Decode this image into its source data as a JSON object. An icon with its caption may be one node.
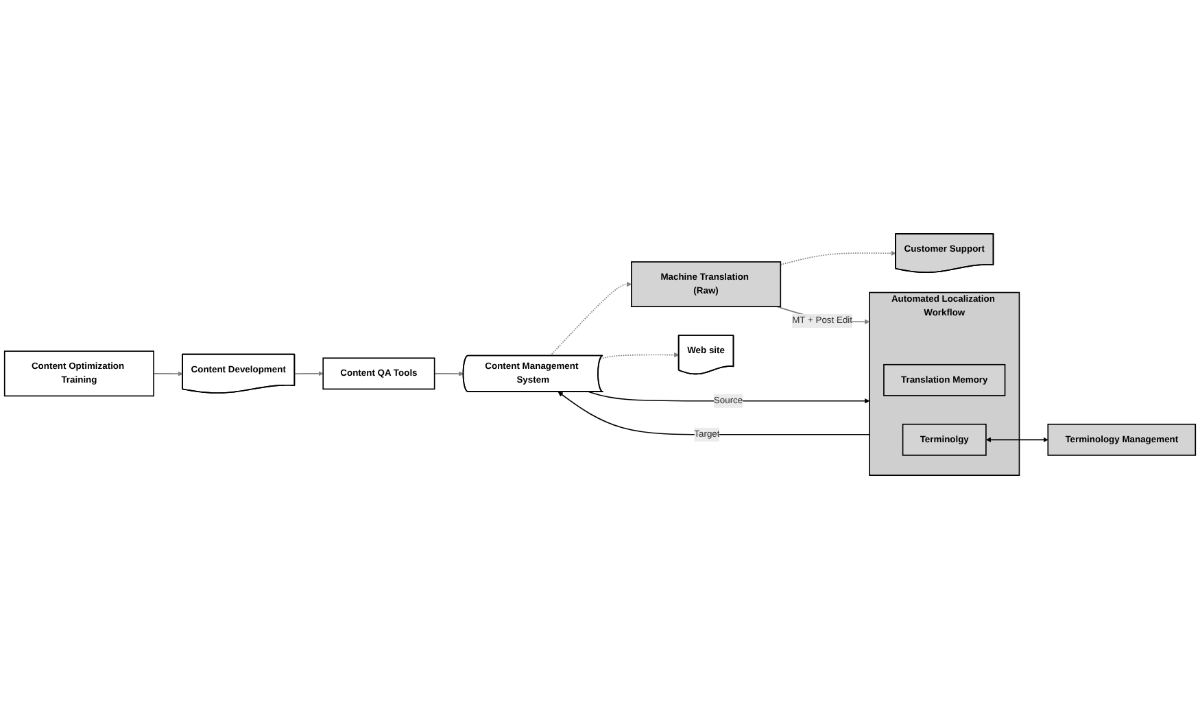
{
  "diagram": {
    "nodes": [
      {
        "text": [
          "Content Optimization Training"
        ]
      },
      {
        "text": [
          "Content Development"
        ]
      },
      {
        "text": [
          "Content QA Tools"
        ]
      },
      {
        "text": [
          "Content Management System"
        ]
      },
      {
        "text": [
          "Machine Translation (Raw)"
        ]
      },
      {
        "text": [
          "Customer Support"
        ]
      },
      {
        "text": [
          "Automated Localization Workflow"
        ]
      },
      {
        "text": [
          "Translation Memory"
        ],
        "in": 6
      },
      {
        "text": [
          "Terminolgy"
        ],
        "in": 6
      },
      {
        "text": [
          "Terminology Management"
        ]
      },
      {
        "text": [
          "Web site"
        ]
      }
    ],
    "edges": [
      {
        "from": 0,
        "to": 1,
        "arrow": "to"
      },
      {
        "from": 1,
        "to": 2,
        "arrow": "to"
      },
      {
        "from": 2,
        "to": 3,
        "arrow": "to"
      },
      {
        "from": 3,
        "to": 4,
        "arrow": "to",
        "style": "dashed"
      },
      {
        "from": 4,
        "to": 5,
        "arrow": "to",
        "style": "dashed"
      },
      {
        "from": 4,
        "to": 6,
        "arrow": "to",
        "label": "MT + Post Edit"
      },
      {
        "from": 3,
        "to": 6,
        "arrow": "to",
        "label": "Source",
        "color": "#000000"
      },
      {
        "from": 6,
        "to": 3,
        "arrow": "to",
        "label": "Target",
        "color": "#000000"
      },
      {
        "from": 8,
        "to": 9,
        "arrow": "both",
        "color": "#000000"
      },
      {
        "from": 3,
        "to": 10,
        "arrow": "to",
        "style": "dashed"
      }
    ]
  }
}
